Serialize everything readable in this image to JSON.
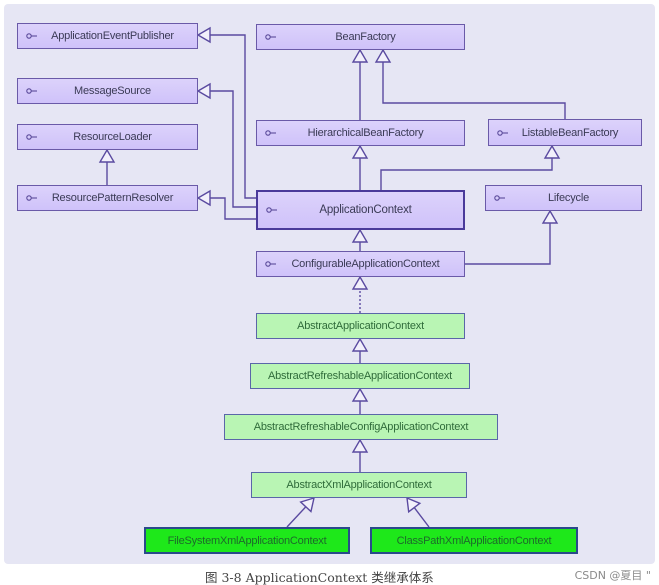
{
  "diagram": {
    "type": "uml-class-hierarchy",
    "colors": {
      "interface_fill": "#d4c9fb",
      "interface_border": "#6a5aa8",
      "abstract_fill": "#b9f5b4",
      "concrete_fill": "#1ee81a",
      "line": "#5a4aa0",
      "background": "#e6e6f4"
    },
    "nodes": [
      {
        "id": "ApplicationEventPublisher",
        "label": "ApplicationEventPublisher",
        "kind": "interface"
      },
      {
        "id": "BeanFactory",
        "label": "BeanFactory",
        "kind": "interface"
      },
      {
        "id": "MessageSource",
        "label": "MessageSource",
        "kind": "interface"
      },
      {
        "id": "ResourceLoader",
        "label": "ResourceLoader",
        "kind": "interface"
      },
      {
        "id": "HierarchicalBeanFactory",
        "label": "HierarchicalBeanFactory",
        "kind": "interface"
      },
      {
        "id": "ListableBeanFactory",
        "label": "ListableBeanFactory",
        "kind": "interface"
      },
      {
        "id": "ResourcePatternResolver",
        "label": "ResourcePatternResolver",
        "kind": "interface"
      },
      {
        "id": "ApplicationContext",
        "label": "ApplicationContext",
        "kind": "interface",
        "emphasis": true
      },
      {
        "id": "Lifecycle",
        "label": "Lifecycle",
        "kind": "interface"
      },
      {
        "id": "ConfigurableApplicationContext",
        "label": "ConfigurableApplicationContext",
        "kind": "interface"
      },
      {
        "id": "AbstractApplicationContext",
        "label": "AbstractApplicationContext",
        "kind": "abstract"
      },
      {
        "id": "AbstractRefreshableApplicationContext",
        "label": "AbstractRefreshableApplicationContext",
        "kind": "abstract"
      },
      {
        "id": "AbstractRefreshableConfigApplicationContext",
        "label": "AbstractRefreshableConfigApplicationContext",
        "kind": "abstract"
      },
      {
        "id": "AbstractXmlApplicationContext",
        "label": "AbstractXmlApplicationContext",
        "kind": "abstract"
      },
      {
        "id": "FileSystemXmlApplicationContext",
        "label": "FileSystemXmlApplicationContext",
        "kind": "concrete"
      },
      {
        "id": "ClassPathXmlApplicationContext",
        "label": "ClassPathXmlApplicationContext",
        "kind": "concrete"
      }
    ],
    "edges": [
      {
        "from": "HierarchicalBeanFactory",
        "to": "BeanFactory",
        "type": "extends"
      },
      {
        "from": "ListableBeanFactory",
        "to": "BeanFactory",
        "type": "extends"
      },
      {
        "from": "ResourcePatternResolver",
        "to": "ResourceLoader",
        "type": "extends"
      },
      {
        "from": "ApplicationContext",
        "to": "ApplicationEventPublisher",
        "type": "extends"
      },
      {
        "from": "ApplicationContext",
        "to": "MessageSource",
        "type": "extends"
      },
      {
        "from": "ApplicationContext",
        "to": "ResourcePatternResolver",
        "type": "extends"
      },
      {
        "from": "ApplicationContext",
        "to": "HierarchicalBeanFactory",
        "type": "extends"
      },
      {
        "from": "ApplicationContext",
        "to": "ListableBeanFactory",
        "type": "extends"
      },
      {
        "from": "ConfigurableApplicationContext",
        "to": "ApplicationContext",
        "type": "extends"
      },
      {
        "from": "ConfigurableApplicationContext",
        "to": "Lifecycle",
        "type": "extends"
      },
      {
        "from": "AbstractApplicationContext",
        "to": "ConfigurableApplicationContext",
        "type": "implements"
      },
      {
        "from": "AbstractRefreshableApplicationContext",
        "to": "AbstractApplicationContext",
        "type": "extends"
      },
      {
        "from": "AbstractRefreshableConfigApplicationContext",
        "to": "AbstractRefreshableApplicationContext",
        "type": "extends"
      },
      {
        "from": "AbstractXmlApplicationContext",
        "to": "AbstractRefreshableConfigApplicationContext",
        "type": "extends"
      },
      {
        "from": "FileSystemXmlApplicationContext",
        "to": "AbstractXmlApplicationContext",
        "type": "extends"
      },
      {
        "from": "ClassPathXmlApplicationContext",
        "to": "AbstractXmlApplicationContext",
        "type": "extends"
      }
    ],
    "interface_icon": "lollipop-interface-icon"
  },
  "caption": "图 3-8   ApplicationContext 类继承体系",
  "watermark": "CSDN @夏目 \""
}
